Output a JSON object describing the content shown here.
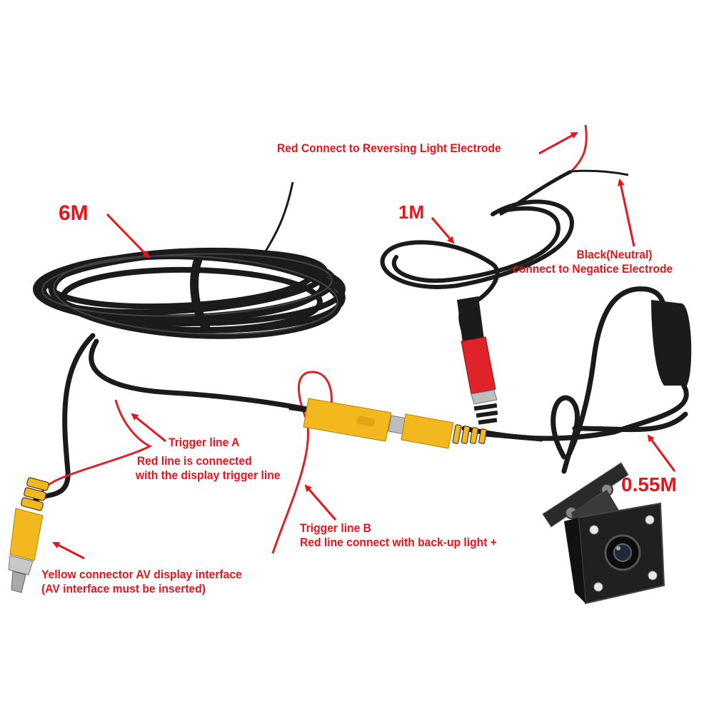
{
  "colors": {
    "label": "#e8141b",
    "cable": "#1b1b1b",
    "cable_highlight": "#555555",
    "red_wire": "#d8232a",
    "connector_yellow": "#f2b81d",
    "connector_red": "#e0232b"
  },
  "labels": {
    "red_connect": "Red Connect to Reversing Light Electrode",
    "length_6m": "6M",
    "length_1m": "1M",
    "black_neutral_line1": "Black(Neutral)",
    "black_neutral_line2": "connect to Negatice Electrode",
    "trigger_a_line1": "Trigger line A",
    "trigger_a_line2": "Red line is connected",
    "trigger_a_line3": "with the display trigger line",
    "trigger_b_line1": "Trigger line B",
    "trigger_b_line2": "Red line connect with back-up light +",
    "length_055m": "0.55M",
    "yellow_line1": "Yellow connector AV display interface",
    "yellow_line2": "(AV interface must be inserted)"
  },
  "icons": {
    "arrow": "arrow-icon",
    "camera": "camera-icon"
  }
}
